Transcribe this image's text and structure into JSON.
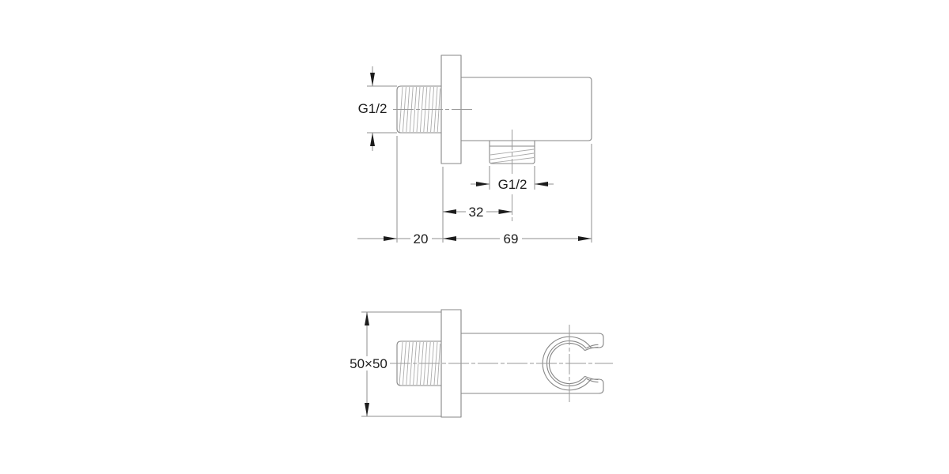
{
  "drawing": {
    "type": "technical-dimension-drawing",
    "subject": "wall-mounted shower outlet elbow with handset holder",
    "views": {
      "side_view": {
        "dim_inlet_thread": "G1/2",
        "dim_outlet_thread": "G1/2",
        "dim_outlet_offset": "32",
        "dim_plate_depth": "20",
        "dim_body_length": "69"
      },
      "bottom_view": {
        "dim_plate_size": "50×50"
      }
    },
    "colors": {
      "background": "#ffffff",
      "part_outline": "#878787",
      "thread_hatch": "#ababab",
      "centerline": "#9a9a9a",
      "dimension_line": "#8f8f8f",
      "arrow_and_text": "#1c1c1c"
    }
  }
}
